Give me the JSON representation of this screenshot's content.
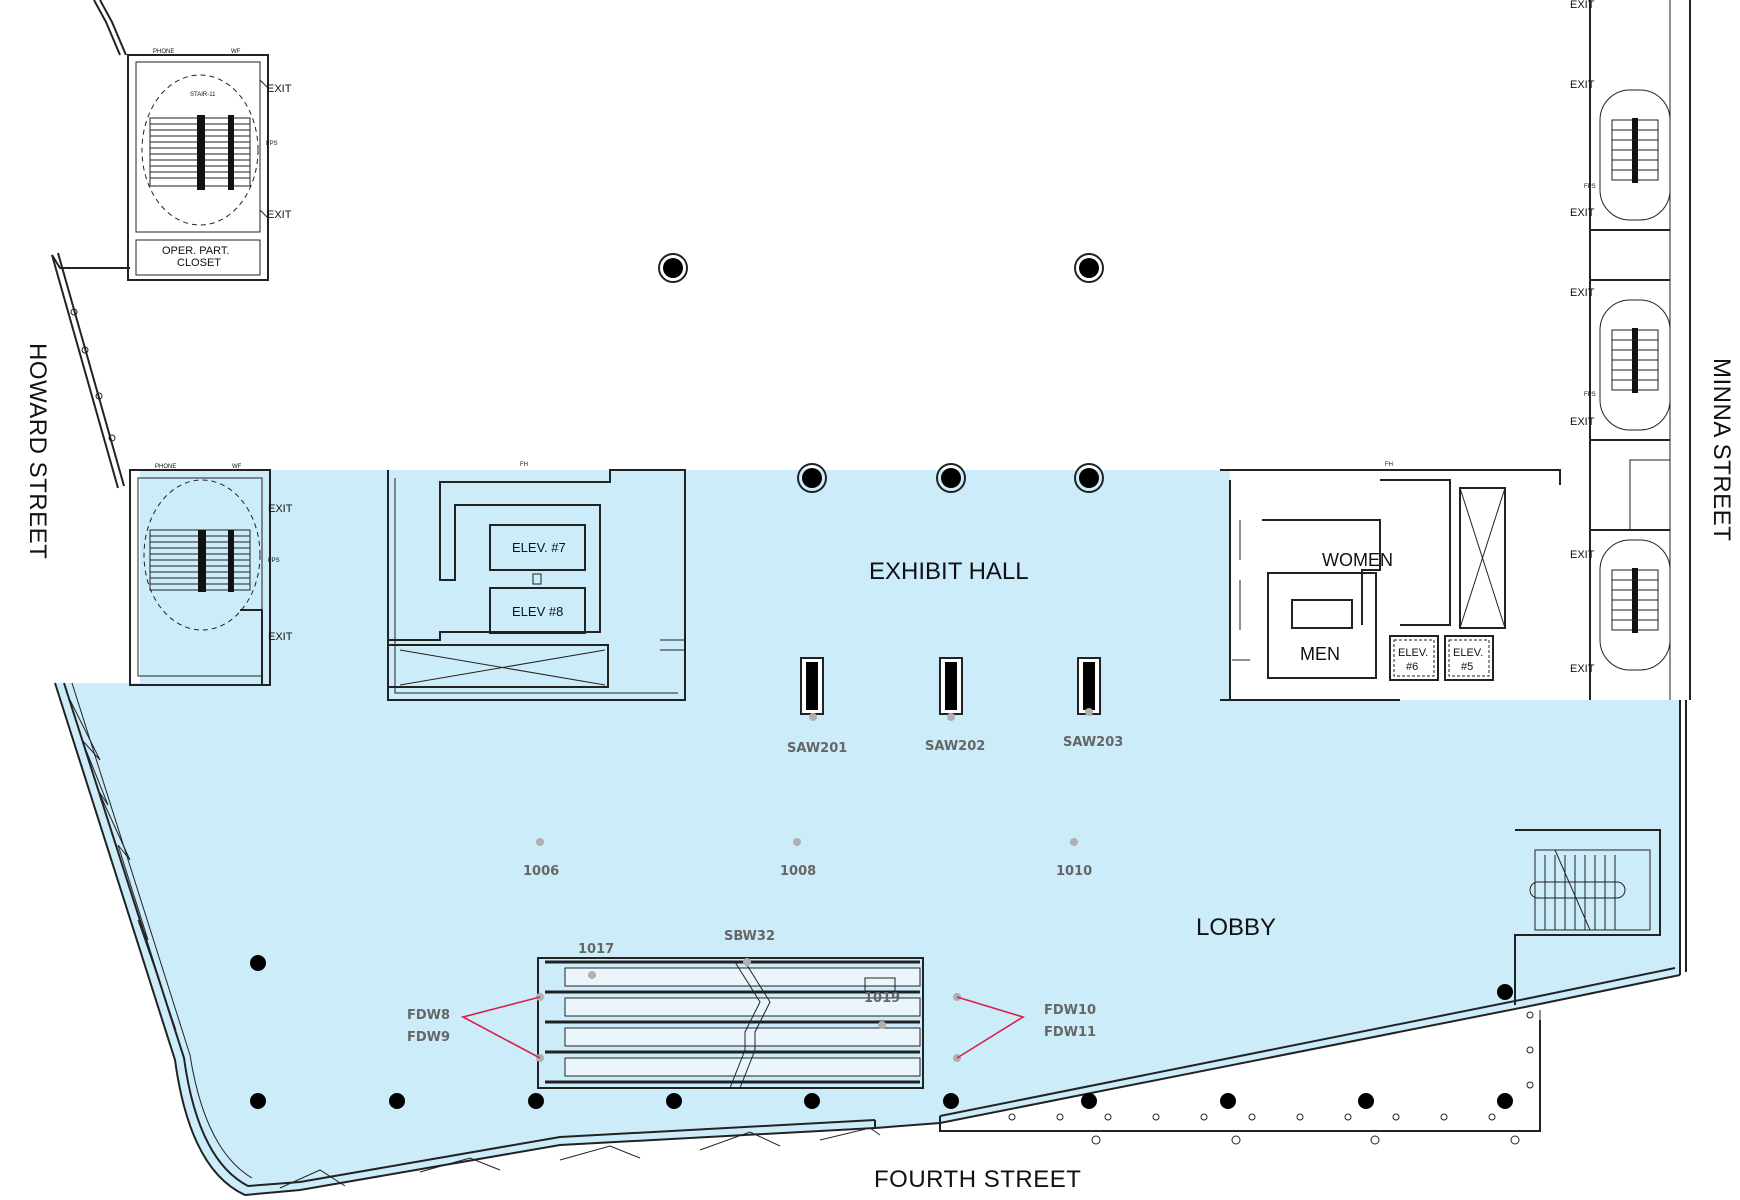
{
  "streets": {
    "howard": "HOWARD STREET",
    "minna": "MINNA STREET",
    "fourth": "FOURTH STREET"
  },
  "areas": {
    "exhibit_hall": "EXHIBIT HALL",
    "lobby": "LOBBY"
  },
  "rooms": {
    "women": "WOMEN",
    "men": "MEN",
    "closet_line1": "OPER. PART.",
    "closet_line2": "CLOSET",
    "stair": "STAIR-11",
    "phone": "PHONE",
    "wf": "WF",
    "fps": "FPS",
    "fh": "FH",
    "exit": "EXIT"
  },
  "elevators": {
    "elev7": "ELEV. #7",
    "elev8": "ELEV #8",
    "elev6_line1": "ELEV.",
    "elev6_line2": "#6",
    "elev5_line1": "ELEV.",
    "elev5_line2": "#5"
  },
  "booths": {
    "saw201": "SAW201",
    "saw202": "SAW202",
    "saw203": "SAW203",
    "b1006": "1006",
    "b1008": "1008",
    "b1010": "1010",
    "b1017": "1017",
    "sbw32": "SBW32",
    "b1019": "1019",
    "fdw8": "FDW8",
    "fdw9": "FDW9",
    "fdw10": "FDW10",
    "fdw11": "FDW11"
  },
  "colors": {
    "highlight": "#cdecf9",
    "wall": "#222222",
    "booth_marker": "#b0b0b0",
    "pointer": "#d6214a"
  }
}
